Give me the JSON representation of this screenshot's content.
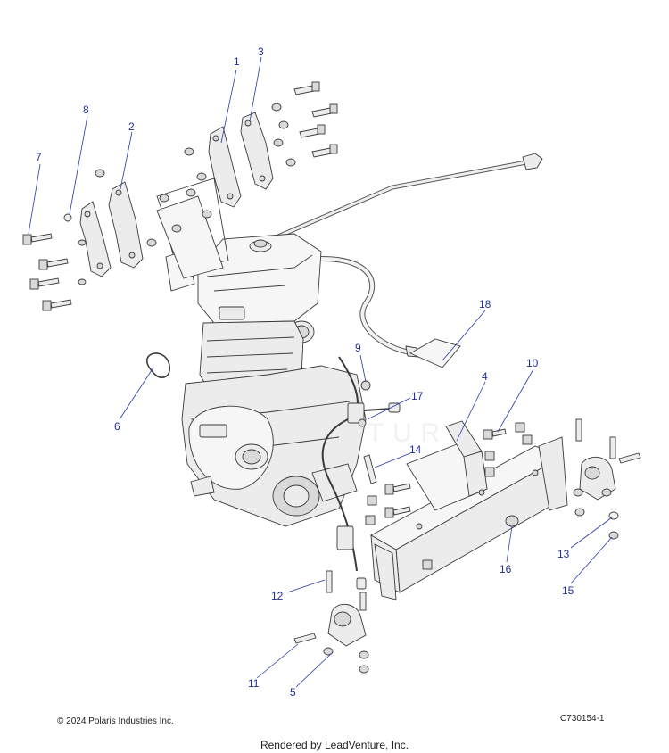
{
  "diagram": {
    "callouts": [
      {
        "id": "callout-1",
        "label": "1"
      },
      {
        "id": "callout-2",
        "label": "2"
      },
      {
        "id": "callout-3",
        "label": "3"
      },
      {
        "id": "callout-4",
        "label": "4"
      },
      {
        "id": "callout-5",
        "label": "5"
      },
      {
        "id": "callout-6",
        "label": "6"
      },
      {
        "id": "callout-7",
        "label": "7"
      },
      {
        "id": "callout-8",
        "label": "8"
      },
      {
        "id": "callout-9",
        "label": "9"
      },
      {
        "id": "callout-10",
        "label": "10"
      },
      {
        "id": "callout-11",
        "label": "11"
      },
      {
        "id": "callout-12",
        "label": "12"
      },
      {
        "id": "callout-13",
        "label": "13"
      },
      {
        "id": "callout-14",
        "label": "14"
      },
      {
        "id": "callout-15",
        "label": "15"
      },
      {
        "id": "callout-16",
        "label": "16"
      },
      {
        "id": "callout-17",
        "label": "17"
      },
      {
        "id": "callout-18",
        "label": "18"
      }
    ],
    "callout_color": "#1f2f9a",
    "watermark": "VENTURE"
  },
  "footer": {
    "copyright": "© 2024 Polaris Industries Inc.",
    "figure_id": "C730154-1",
    "rendered_by": "Rendered by LeadVenture, Inc."
  }
}
